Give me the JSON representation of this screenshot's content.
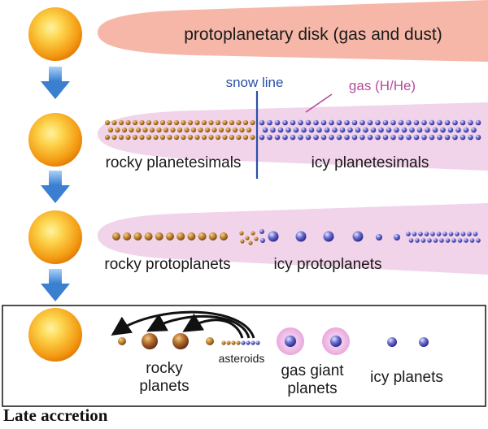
{
  "stage1": {
    "disk_label": "protoplanetary disk (gas and dust)"
  },
  "stage2": {
    "snow_line_label": "snow line",
    "gas_label": "gas (H/He)",
    "rocky_label": "rocky planetesimals",
    "icy_label": "icy planetesimals"
  },
  "stage3": {
    "rocky_label": "rocky protoplanets",
    "icy_label": "icy protoplanets"
  },
  "stage4": {
    "rocky_label_line1": "rocky",
    "rocky_label_line2": "planets",
    "asteroids_label": "asteroids",
    "gas_giant_label_line1": "gas giant",
    "gas_giant_label_line2": "planets",
    "icy_label": "icy planets"
  },
  "caption": "Late accretion",
  "colors": {
    "disk_salmon": "#f6b7a8",
    "disk_pink": "#f1d3ea",
    "snow_line": "#2a4fa8",
    "gas_label": "#b84aa0",
    "arrow_blue": "#4a90d9",
    "rocky": "#b3782a",
    "icy": "#4d4fb3",
    "sun": "#f7a81b"
  }
}
